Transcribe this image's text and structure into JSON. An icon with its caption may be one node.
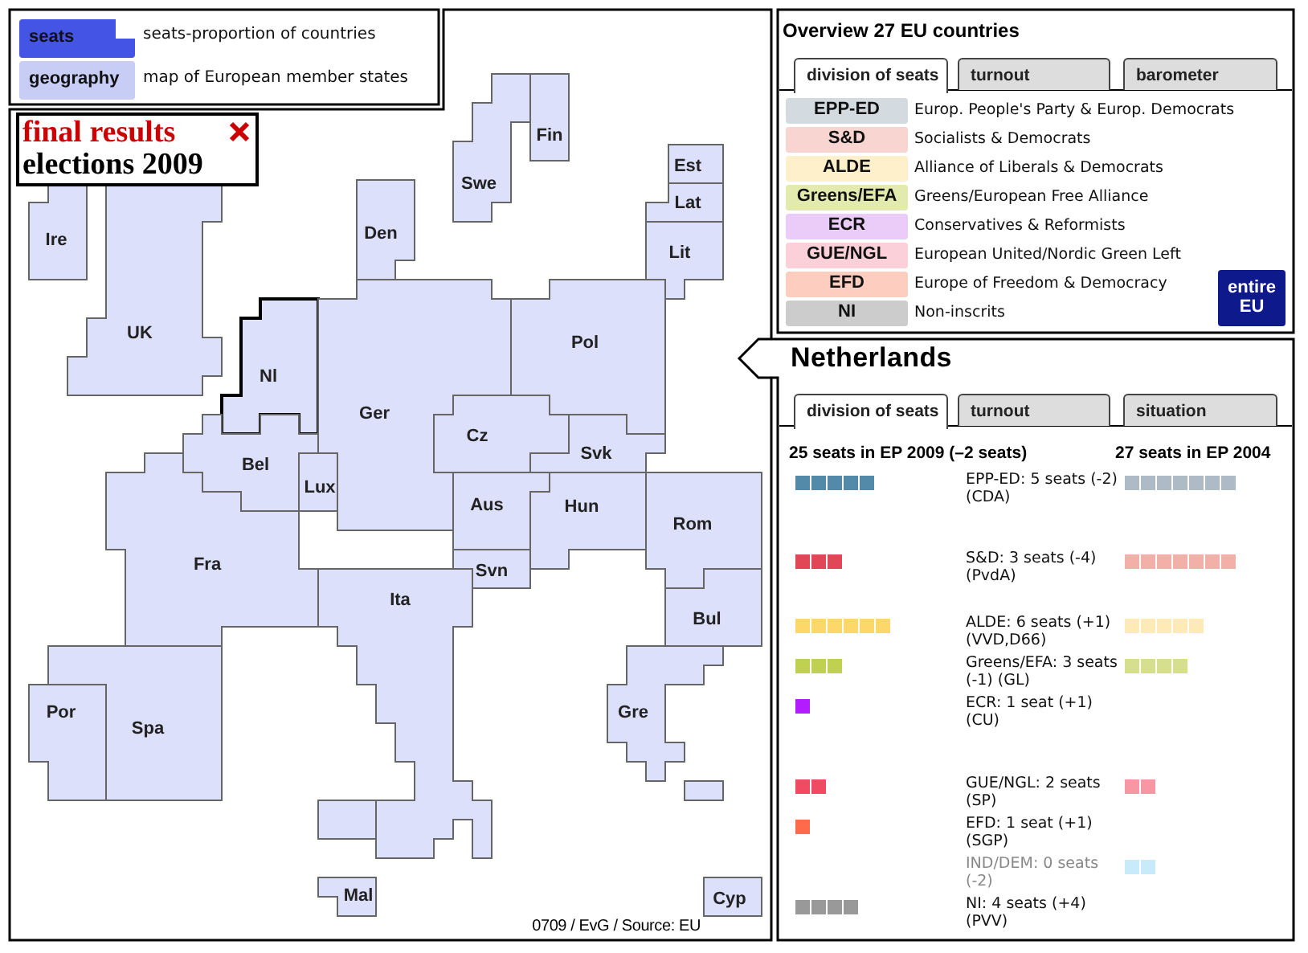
{
  "diagram": {
    "nodes": [
      {
        "text": [
          "Fin"
        ]
      },
      {
        "text": [
          "Est"
        ]
      },
      {
        "text": [
          "Swe"
        ]
      },
      {
        "text": [
          "Lat"
        ]
      },
      {
        "text": [
          "Den"
        ]
      },
      {
        "text": [
          "Ire"
        ]
      },
      {
        "text": [
          "Lit"
        ]
      },
      {
        "text": [
          "UK"
        ]
      },
      {
        "text": [
          "Pol"
        ]
      },
      {
        "text": [
          "Nl"
        ]
      },
      {
        "text": [
          "Ger"
        ]
      },
      {
        "text": [
          "Cz"
        ]
      },
      {
        "text": [
          "Svk"
        ]
      },
      {
        "text": [
          "Bel"
        ]
      },
      {
        "text": [
          "Lux"
        ]
      },
      {
        "text": [
          "Aus"
        ]
      },
      {
        "text": [
          "Hun"
        ]
      },
      {
        "text": [
          "Rom"
        ]
      },
      {
        "text": [
          "Fra"
        ]
      },
      {
        "text": [
          "Svn"
        ]
      },
      {
        "text": [
          "Ita"
        ]
      },
      {
        "text": [
          "Bul"
        ]
      },
      {
        "text": [
          "Gre"
        ]
      },
      {
        "text": [
          "Por"
        ]
      },
      {
        "text": [
          "Spa"
        ]
      },
      {
        "text": [
          "Mal"
        ]
      },
      {
        "text": [
          "Cyp"
        ]
      }
    ],
    "labels": [
      "seats",
      "geography",
      "final results",
      "elections 2009",
      "Overview 27 EU countries",
      "division of seats",
      "turnout",
      "barometer",
      "EPP-ED",
      "S&D",
      "ALDE",
      "Greens/EFA",
      "ECR",
      "GUE/NGL",
      "EFD",
      "NI",
      "entire EU",
      "Netherlands",
      "division of seats",
      "turnout",
      "situation",
      "0709 / EvG / Source: EU",
      "25 seats in EP 2009 (–2 seats)",
      "27 seats in EP 2004",
      "EPP-ED: 5 seats (-2) (CDA)",
      "S&D: 3 seats (-4) (PvdA)",
      "ALDE: 6 seats (+1) (VVD,D66)",
      "Greens/EFA: 3 seats (-1) (GL)",
      "ECR: 1 seat (+1) (CU)",
      "GUE/NGL: 2 seats (SP)",
      "EFD: 1 seat (+1) (SGP)",
      "IND/DEM: 0 seats (-2)",
      "NI: 4 seats (+4) (PVV)"
    ],
    "legend": [
      {
        "text": "seats-proportion of countries",
        "color": "#4455e6"
      },
      {
        "text": "map of European member states",
        "color": "#c8cdf5"
      },
      {
        "text": "Europ. People's Party & Europ. Democrats",
        "color": "#d3dae0"
      },
      {
        "text": "Socialists & Democrats",
        "color": "#f8d5d0"
      },
      {
        "text": "Alliance of Liberals & Democrats",
        "color": "#fff0cc"
      },
      {
        "text": "Greens/European Free Alliance",
        "color": "#e3eaad"
      },
      {
        "text": "Conservatives & Reformists",
        "color": "#ebccf8"
      },
      {
        "text": "European United/Nordic Green Left",
        "color": "#fbd0d8"
      },
      {
        "text": "Europe of Freedom & Democracy",
        "color": "#fdcdc0"
      },
      {
        "text": "Non-inscrits",
        "color": "#cccccc"
      }
    ]
  }
}
